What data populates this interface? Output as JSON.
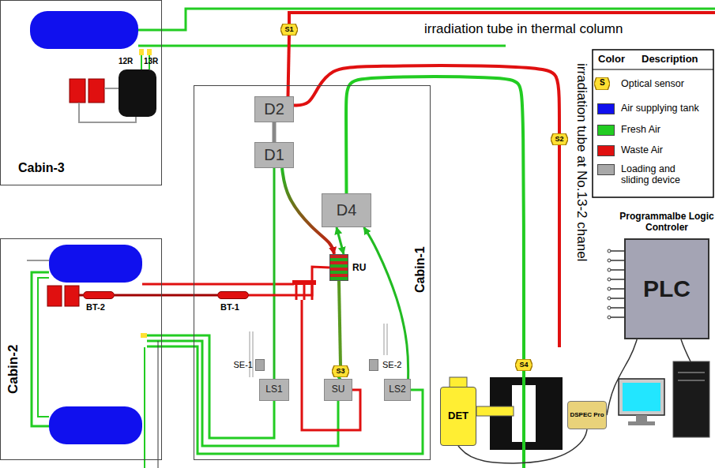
{
  "diagram": {
    "nodes": [
      {
        "text": [
          "Cabin-3"
        ]
      },
      {
        "text": [
          "S1"
        ]
      },
      {
        "text": [
          "Cabin-1"
        ]
      },
      {
        "text": [
          "D2"
        ],
        "in": 2
      },
      {
        "text": [
          "D1"
        ],
        "in": 2
      },
      {
        "text": [
          "D4"
        ],
        "in": 2
      },
      {
        "text": [
          "BT-1"
        ],
        "in": 2
      },
      {
        "text": [
          "RU"
        ],
        "in": 2
      },
      {
        "text": [
          "S3"
        ],
        "in": 2
      },
      {
        "text": [
          "SE-1"
        ],
        "in": 2
      },
      {
        "text": [
          "SE-2"
        ],
        "in": 2
      },
      {
        "text": [
          "LS1"
        ],
        "in": 2
      },
      {
        "text": [
          "SU"
        ],
        "in": 2
      },
      {
        "text": [
          "LS2"
        ],
        "in": 2
      },
      {
        "text": [
          "S2"
        ]
      },
      {
        "text": [
          "Cabin-2"
        ]
      },
      {
        "text": [
          "BT-2"
        ],
        "in": 15
      },
      {
        "text": [
          "Programmalbe Logic Controler",
          "PLC"
        ]
      },
      {
        "text": [
          "S4"
        ]
      },
      {
        "text": [
          "DET"
        ]
      },
      {
        "text": [
          "DSPEC Pro"
        ]
      }
    ],
    "edges": [
      {
        "from": 4,
        "to": 7,
        "arrow": "to"
      },
      {
        "from": 11,
        "to": 4,
        "arrow": "none"
      },
      {
        "from": 5,
        "to": 7,
        "arrow": "both"
      },
      {
        "from": 13,
        "to": 5,
        "arrow": "to"
      },
      {
        "from": 7,
        "to": 8,
        "arrow": "none"
      },
      {
        "from": 8,
        "to": 12,
        "arrow": "none"
      },
      {
        "from": 3,
        "to": 1,
        "arrow": "none"
      },
      {
        "from": 3,
        "to": 14,
        "arrow": "none"
      },
      {
        "from": 5,
        "to": 18,
        "arrow": "none"
      },
      {
        "from": 16,
        "to": 6,
        "arrow": "none"
      },
      {
        "from": 6,
        "to": 7,
        "arrow": "none"
      },
      {
        "from": 3,
        "to": 4,
        "arrow": "none"
      },
      {
        "from": 20,
        "to": 17,
        "arrow": "none"
      },
      {
        "from": 19,
        "to": 20,
        "arrow": "none"
      }
    ],
    "labels": [
      "irradiation tube in thermal column",
      "irradiation tube at No.13-2 chanel",
      "12R",
      "13R",
      "Color",
      "Description",
      "S"
    ],
    "legend": [
      {
        "text": "Optical sensor"
      },
      {
        "text": "Air supplying tank",
        "color": "#1010ee"
      },
      {
        "text": "Fresh Air",
        "color": "#22cc22"
      },
      {
        "text": "Waste Air",
        "color": "#e01010"
      },
      {
        "text": "Loading and sliding device",
        "color": "#a8a8a8"
      }
    ]
  }
}
